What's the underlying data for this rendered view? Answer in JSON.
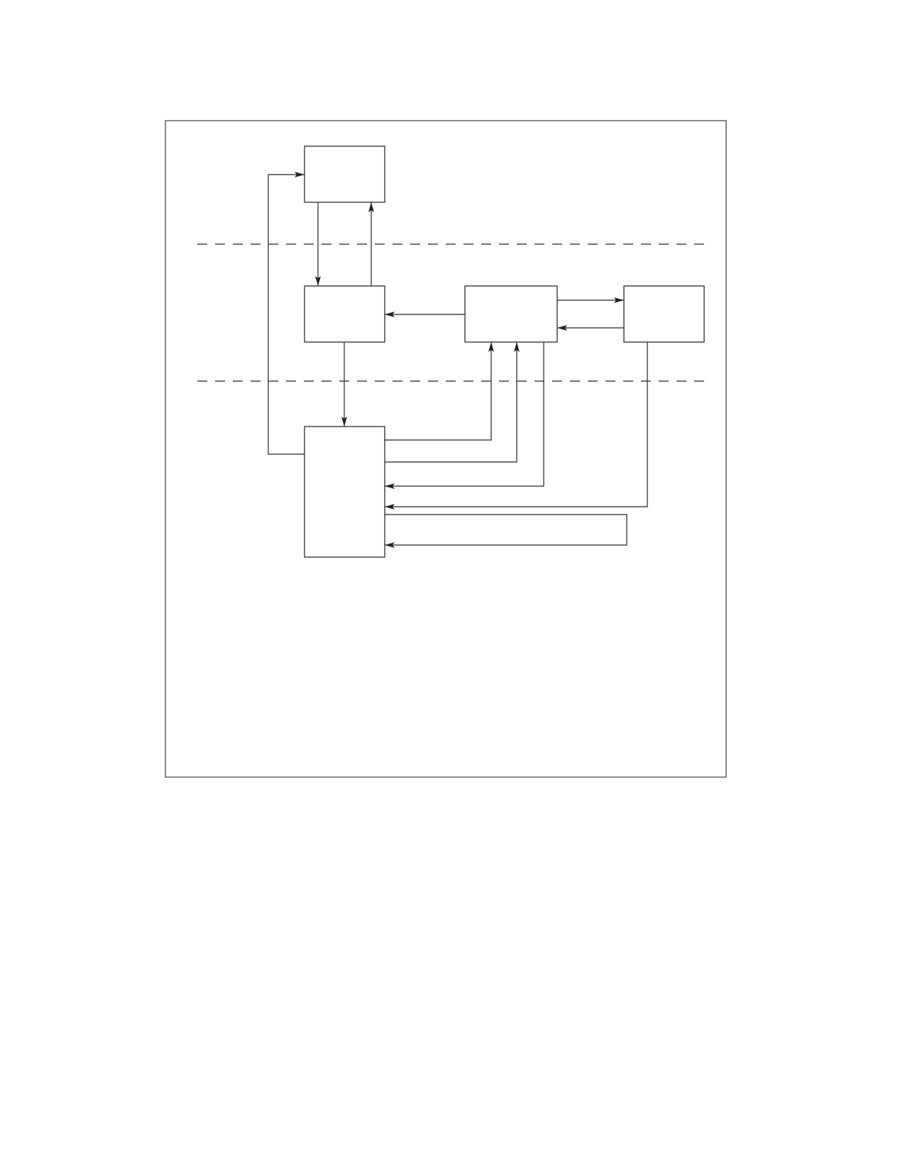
{
  "diagram": {
    "type": "block-flow-diagram",
    "line_color": "#222222",
    "background": "#ffffff",
    "frame": {
      "style": "solid-border"
    },
    "nodes": [
      {
        "id": "box-top",
        "label": ""
      },
      {
        "id": "box-middle-left",
        "label": ""
      },
      {
        "id": "box-middle-center",
        "label": ""
      },
      {
        "id": "box-middle-right",
        "label": ""
      },
      {
        "id": "box-bottom",
        "label": ""
      }
    ],
    "dividers": [
      {
        "id": "divider-upper",
        "style": "dashed"
      },
      {
        "id": "divider-lower",
        "style": "dashed"
      }
    ],
    "connections": [
      {
        "from": "box-top",
        "to": "box-middle-left",
        "label": ""
      },
      {
        "from": "box-middle-left",
        "to": "box-top",
        "label": ""
      },
      {
        "from": "box-bottom",
        "to": "box-top",
        "label": ""
      },
      {
        "from": "box-middle-center",
        "to": "box-middle-left",
        "label": ""
      },
      {
        "from": "box-middle-center",
        "to": "box-middle-right",
        "label": ""
      },
      {
        "from": "box-middle-right",
        "to": "box-middle-center",
        "label": ""
      },
      {
        "from": "box-middle-left",
        "to": "box-bottom",
        "label": ""
      },
      {
        "from": "box-bottom",
        "to": "box-middle-center",
        "label": ""
      },
      {
        "from": "box-bottom",
        "to": "box-middle-center",
        "label": ""
      },
      {
        "from": "box-middle-center",
        "to": "box-bottom",
        "label": ""
      },
      {
        "from": "box-middle-right",
        "to": "box-bottom",
        "label": ""
      },
      {
        "from": "box-bottom",
        "to": "box-bottom",
        "label": ""
      }
    ]
  }
}
